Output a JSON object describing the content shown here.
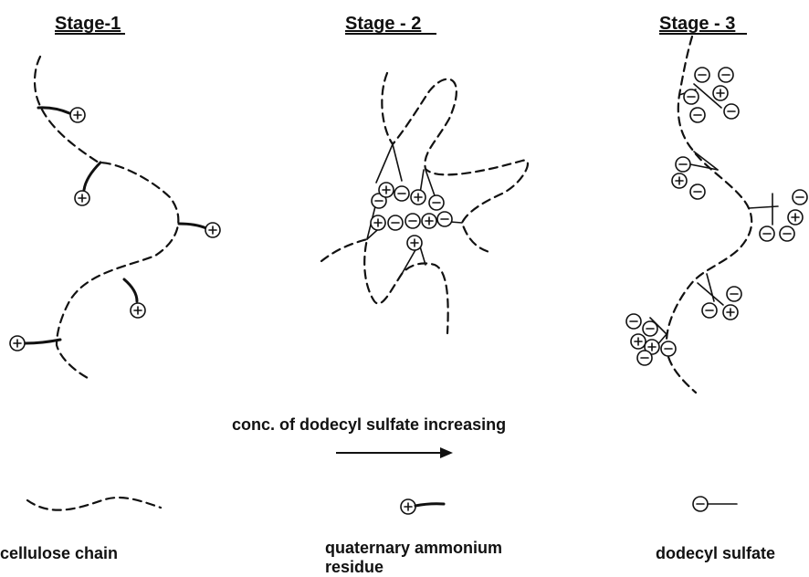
{
  "stages": [
    {
      "title": "Stage-1"
    },
    {
      "title": "Stage - 2"
    },
    {
      "title": "Stage - 3"
    }
  ],
  "arrow_caption": "conc. of dodecyl sulfate increasing",
  "legend": [
    {
      "label": "cellulose chain",
      "symbol": "dashed-line"
    },
    {
      "label_line1": "quaternary ammonium",
      "label_line2": "residue",
      "symbol": "plus-circle-with-tail"
    },
    {
      "label": "dodecyl sulfate",
      "symbol": "minus-circle-with-tail"
    }
  ],
  "colors": {
    "ink": "#111111",
    "background": "#ffffff"
  }
}
